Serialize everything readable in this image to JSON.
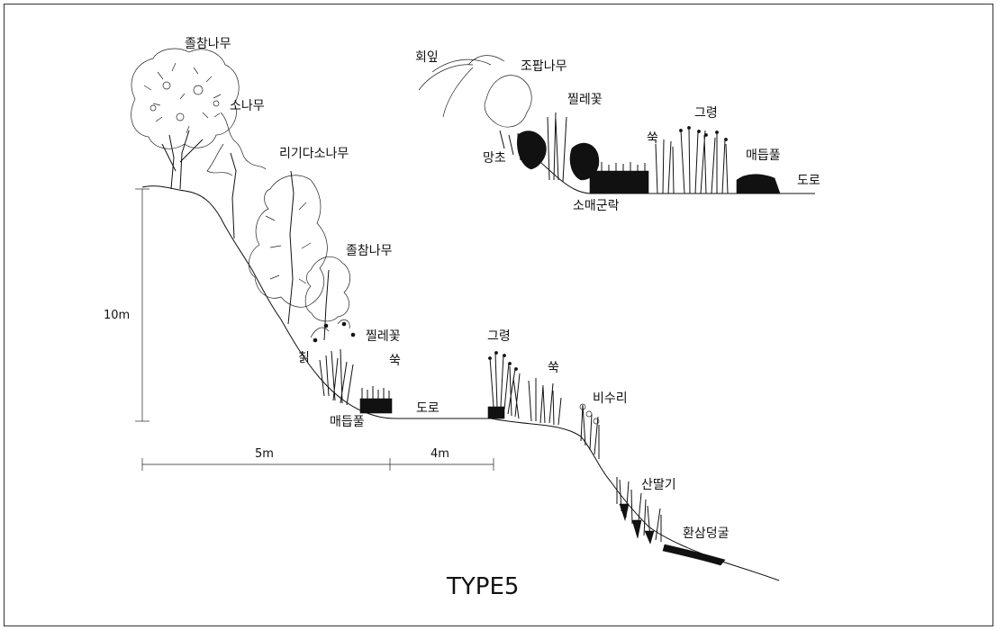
{
  "title": "TYPE5",
  "dimensions": {
    "height": "10m",
    "width_a": "5m",
    "width_b": "4m"
  },
  "main_section": {
    "labels": {
      "oak_top": "졸참나무",
      "pine": "소나무",
      "rigida": "리기다소나무",
      "oak_mid": "졸참나무",
      "arrowroot": "칡",
      "rose": "찔레꽃",
      "mugwort_left": "쑥",
      "sedge_left": "매듭풀",
      "road": "도로",
      "reed": "그령",
      "mugwort_right": "쑥",
      "bisuri": "비수리",
      "raspberry": "산딸기",
      "hop": "환삼덩굴"
    }
  },
  "inset_section": {
    "labels": {
      "weeping_leaf": "회잎",
      "rice_tree": "조팝나무",
      "rose": "찔레꽃",
      "fleabane": "망초",
      "mugwort": "쑥",
      "reed": "그령",
      "sedge": "매듭풀",
      "road": "도로",
      "community": "소매군락"
    }
  },
  "colors": {
    "ink": "#111111",
    "background": "#ffffff",
    "frame": "#333333"
  }
}
